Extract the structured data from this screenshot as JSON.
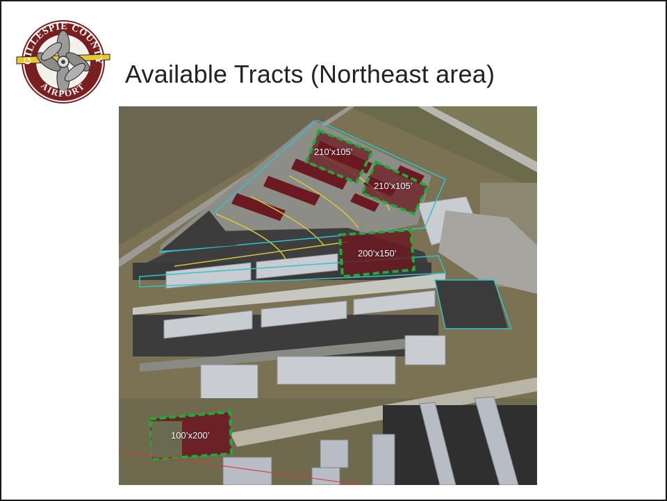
{
  "slide": {
    "title": "Available Tracts (Northeast area)",
    "logo": {
      "text_top": "GILLESPIE COUNTY",
      "text_bottom": "AIRPORT",
      "colors": {
        "ring": "#7a1f1f",
        "propeller": "#e8c830",
        "center": "#dcdcdc"
      }
    }
  },
  "map": {
    "description_icon": "aerial-photo",
    "tracts": [
      {
        "id": "tract-1",
        "label": "210’x105’"
      },
      {
        "id": "tract-2",
        "label": "210’x105’"
      },
      {
        "id": "tract-3",
        "label": "200’x150’"
      },
      {
        "id": "tract-4",
        "label": "100’x200’"
      }
    ],
    "colors": {
      "tract_outline": "#1faa3a",
      "tract_fill": "#6b1a22",
      "pavement": "#3a3a3a",
      "grass": "#7b7453",
      "roof": "#c9ccd0"
    }
  }
}
